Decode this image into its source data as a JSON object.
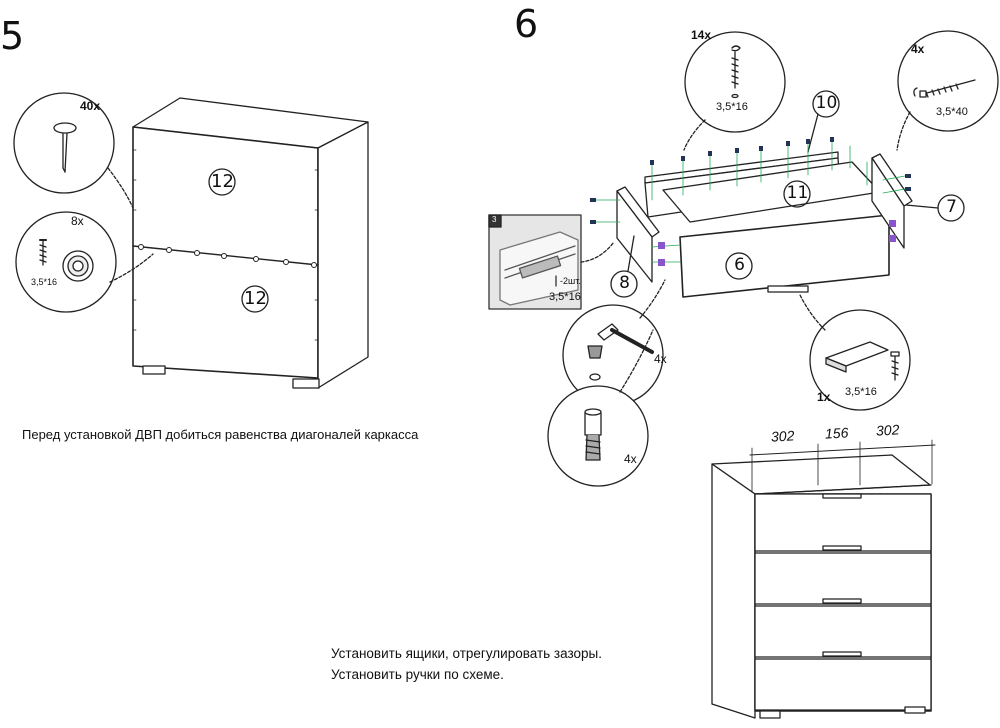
{
  "step5": {
    "number": "5",
    "nails_qty": "40x",
    "screws_qty": "8x",
    "screw_size": "3,5*16",
    "panel_labels": [
      "12",
      "12"
    ],
    "note": "Перед установкой ДВП добиться равенства диагоналей каркасса"
  },
  "step6": {
    "number": "6",
    "screws_top_qty": "14x",
    "screws_top_size": "3,5*16",
    "screws_side_qty": "4x",
    "screws_side_size": "3,5*40",
    "inset_number": "3",
    "inset_qty": "-2шт.",
    "inset_size": "3,5*16",
    "hammer_qty": "4x",
    "dowel_qty": "4x",
    "handle_qty": "1x",
    "handle_size": "3,5*16",
    "parts": [
      "10",
      "11",
      "7",
      "8",
      "6"
    ],
    "dimensions": [
      "302",
      "156",
      "302"
    ],
    "note_lines": [
      "Установить ящики, отрегулировать зазоры.",
      "Установить ручки по схеме."
    ]
  }
}
